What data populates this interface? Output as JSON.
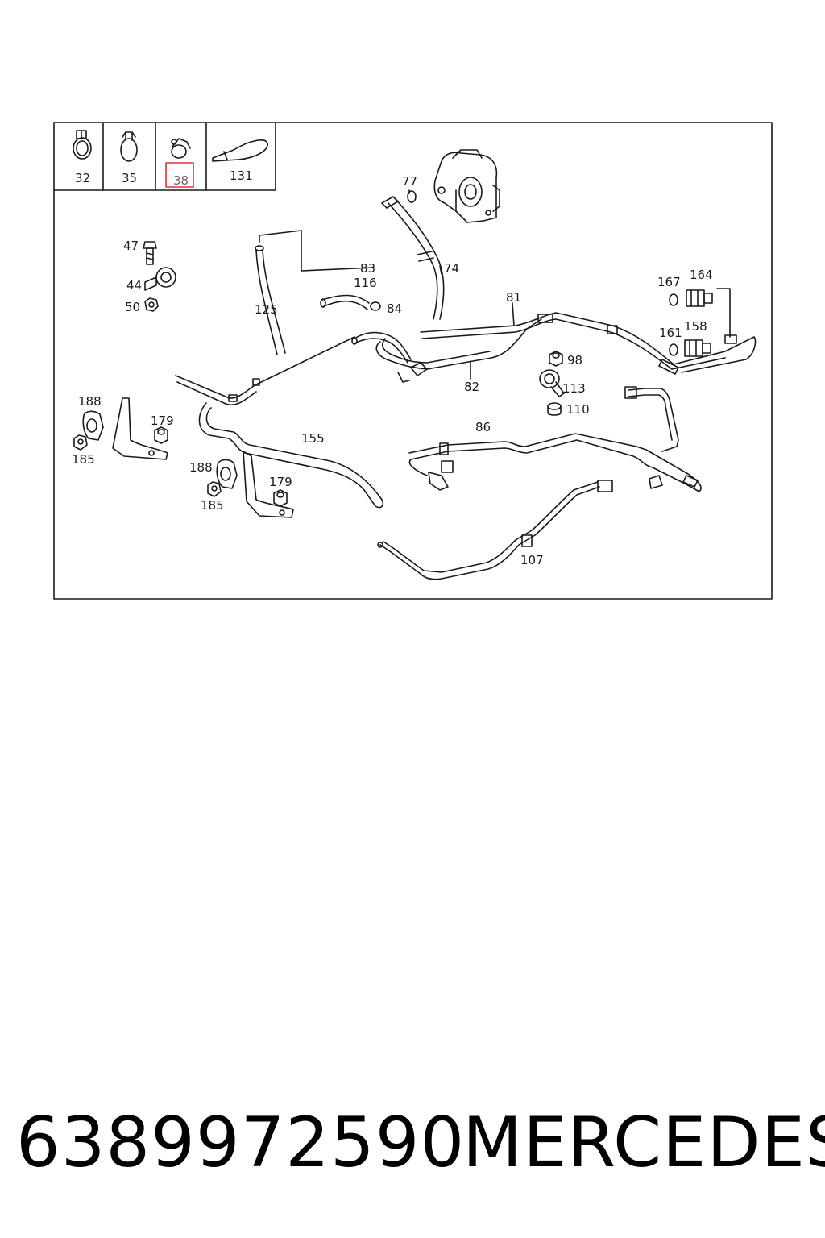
{
  "legend_items": [
    {
      "label": "32",
      "icon": "hose-clamp-icon"
    },
    {
      "label": "35",
      "icon": "band-clamp-icon"
    },
    {
      "label": "38",
      "icon": "spring-clip-icon",
      "highlighted": true,
      "highlight_color": "#e0303a"
    },
    {
      "label": "131",
      "icon": "cable-tie-icon"
    }
  ],
  "callouts": {
    "c77": "77",
    "c74": "74",
    "c83": "83",
    "c116": "116",
    "c84": "84",
    "c125": "125",
    "c81": "81",
    "c82": "82",
    "c47": "47",
    "c44": "44",
    "c50": "50",
    "c167": "167",
    "c164": "164",
    "c161": "161",
    "c158": "158",
    "c98": "98",
    "c113": "113",
    "c110": "110",
    "c188a": "188",
    "c179a": "179",
    "c185a": "185",
    "c155": "155",
    "c188b": "188",
    "c179b": "179",
    "c185b": "185",
    "c86": "86",
    "c107": "107"
  },
  "footer": {
    "part_number": "6389972590",
    "brand": "MERCEDES"
  },
  "colors": {
    "line": "#1a1a1a",
    "highlight": "#e0303a",
    "background": "#ffffff"
  }
}
